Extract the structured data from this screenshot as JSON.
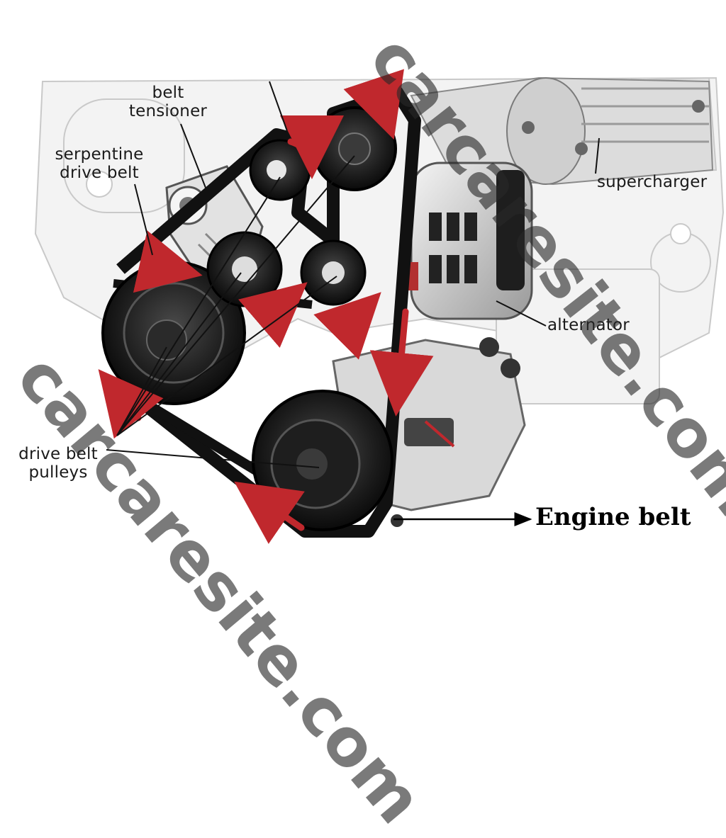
{
  "labels": {
    "belt_tensioner_line1": "belt",
    "belt_tensioner_line2": "tensioner",
    "serpentine_line1": "serpentine",
    "serpentine_line2": "drive belt",
    "supercharger": "supercharger",
    "alternator": "alternator",
    "pulleys_line1": "drive belt",
    "pulleys_line2": "pulleys",
    "engine_belt": "Engine belt"
  },
  "watermark": {
    "text_top": "carcaresite.com",
    "text_bottom": "carcaresite.com"
  },
  "colors": {
    "belt": "#111111",
    "arrow": "#c0282d",
    "engine_outline": "#b8b8b8",
    "watermark": "#3a3a3a"
  }
}
